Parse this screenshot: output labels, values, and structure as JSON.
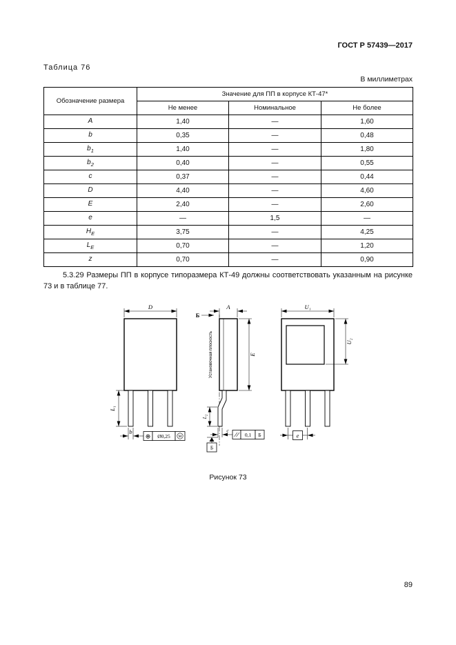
{
  "header": {
    "doc_number": "ГОСТ Р 57439—2017"
  },
  "table": {
    "caption": "Таблица 76",
    "units_note": "В миллиметрах",
    "designation_header": "Обозначение размера",
    "group_header": "Значение для ПП в корпусе КТ-47*",
    "columns": [
      "Не менее",
      "Номинальное",
      "Не более"
    ],
    "rows": [
      {
        "name": "A",
        "sub": "",
        "min": "1,40",
        "nom": "—",
        "max": "1,60"
      },
      {
        "name": "b",
        "sub": "",
        "min": "0,35",
        "nom": "—",
        "max": "0,48"
      },
      {
        "name": "b",
        "sub": "1",
        "min": "1,40",
        "nom": "—",
        "max": "1,80"
      },
      {
        "name": "b",
        "sub": "2",
        "min": "0,40",
        "nom": "—",
        "max": "0,55"
      },
      {
        "name": "c",
        "sub": "",
        "min": "0,37",
        "nom": "—",
        "max": "0,44"
      },
      {
        "name": "D",
        "sub": "",
        "min": "4,40",
        "nom": "—",
        "max": "4,60"
      },
      {
        "name": "E",
        "sub": "",
        "min": "2,40",
        "nom": "—",
        "max": "2,60"
      },
      {
        "name": "e",
        "sub": "",
        "min": "—",
        "nom": "1,5",
        "max": "—"
      },
      {
        "name": "H",
        "sub": "E",
        "min": "3,75",
        "nom": "—",
        "max": "4,25"
      },
      {
        "name": "L",
        "sub": "E",
        "min": "0,70",
        "nom": "—",
        "max": "1,20"
      },
      {
        "name": "z",
        "sub": "",
        "min": "0,70",
        "nom": "—",
        "max": "0,90"
      }
    ]
  },
  "paragraph": "5.3.29 Размеры ПП в корпусе типоразмера КТ-49 должны соответствовать указанным на рисунке 73 и в таблице 77.",
  "figure": {
    "caption": "Рисунок 73",
    "labels": {
      "d": "D",
      "a": "A",
      "b": "b",
      "c": "c",
      "e_height": "E",
      "e_pitch": "e",
      "u1": "U₁",
      "u2": "U₂",
      "l1": "L₁",
      "l2": "L₂",
      "view_b": "Б",
      "datum_b": "Б",
      "seating_plane": "Установочная плоскость",
      "pos_symbol": "⊕",
      "pos_value": "Ø0,25",
      "pos_modifier": "M",
      "flat_value": "0,1",
      "flat_datum": "Б"
    }
  },
  "page_number": "89"
}
